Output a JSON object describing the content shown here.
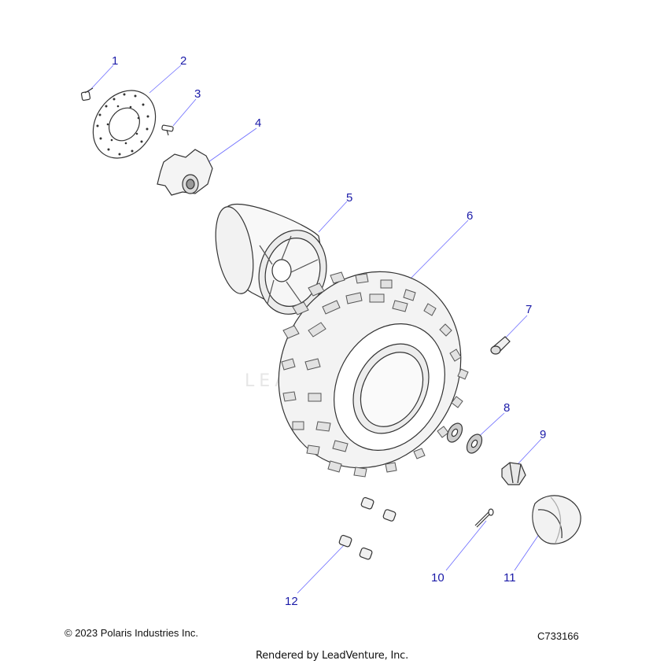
{
  "watermark": "LEADVENTURE",
  "callouts": [
    "1",
    "2",
    "3",
    "4",
    "5",
    "6",
    "7",
    "8",
    "9",
    "10",
    "11",
    "12"
  ],
  "footer": {
    "copyright": "© 2023 Polaris Industries Inc.",
    "code": "C733166",
    "rendered_by": "Rendered by LeadVenture, Inc."
  },
  "colors": {
    "callout": "#1a1aa8",
    "leader": "#5a5aff",
    "line": "#333333"
  }
}
